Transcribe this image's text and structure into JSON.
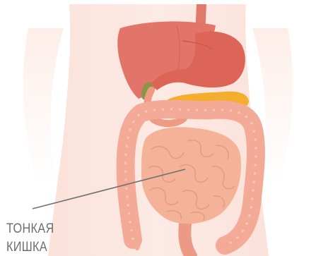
{
  "callout": {
    "line1": "ТОНКАЯ",
    "line2": "КИШКА"
  },
  "colors": {
    "body": "#fbe3dc",
    "liver": "#e2746a",
    "stomach": "#dc6557",
    "pancreas": "#f3ae2e",
    "gallbladder": "#8c9445",
    "intestine": "#f4b298",
    "colon": "#f3ab98",
    "label_text": "#6e6e6e",
    "leader_line": "#707070"
  },
  "icons": [
    "torso-silhouette",
    "liver-icon",
    "stomach-icon",
    "pancreas-icon",
    "gallbladder-icon",
    "small-intestine-icon",
    "large-intestine-icon"
  ]
}
